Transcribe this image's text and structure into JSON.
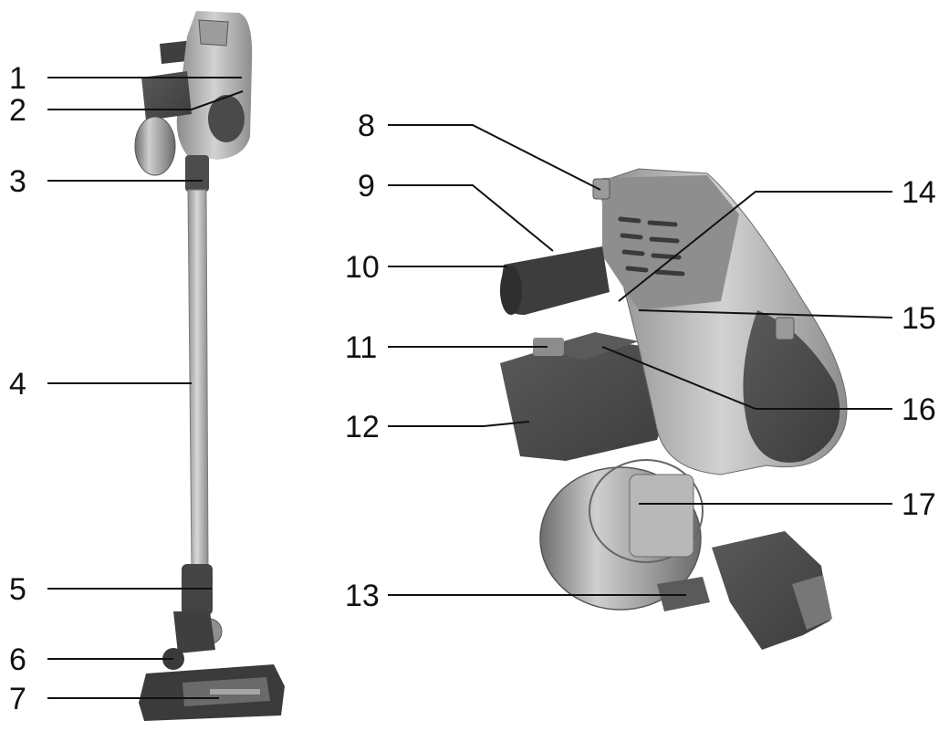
{
  "diagram": {
    "callouts": [
      "1",
      "2",
      "3",
      "4",
      "5",
      "6",
      "7",
      "8",
      "9",
      "10",
      "11",
      "12",
      "13",
      "14",
      "15",
      "16",
      "17"
    ]
  },
  "colors": {
    "ink": "#111111",
    "body_dark": "#4a4a4a",
    "body_mid": "#7b7b7b",
    "metal_light": "#c9c9c9",
    "metal_mid": "#a8a8a8",
    "tube": "#b5b5b5"
  }
}
